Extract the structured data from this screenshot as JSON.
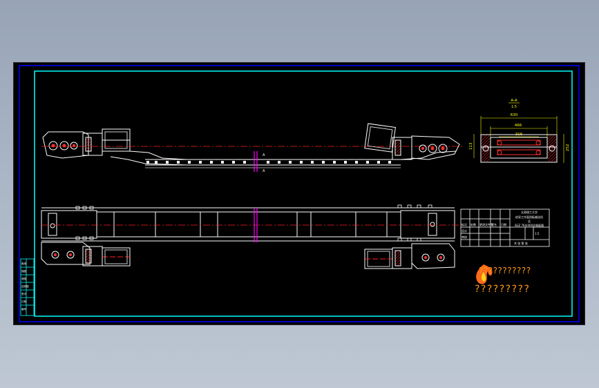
{
  "drawing": {
    "section_label": "A-A",
    "section_scale": "1:5",
    "dimensions": {
      "overall_width": "630",
      "mid_width": "466",
      "inner_width": "316",
      "height_left": "113",
      "height_right": "252"
    },
    "center_marks": [
      "A",
      "A"
    ]
  },
  "title_block": {
    "lines": [
      "太原理工大学",
      "综采工作面刮板输送机",
      "总",
      "SGZ 764/400总装配图"
    ],
    "row_left": [
      "标记",
      "处数",
      "更改文件号",
      "签名",
      "日期"
    ],
    "row_design": "设计",
    "row_check": "审核",
    "scale": "1:5",
    "sheet": "共 张  第 张"
  },
  "side_table": {
    "cells": [
      "借用",
      "描图",
      "底图",
      "旧底图",
      "签字",
      "日期",
      "编号"
    ]
  },
  "watermark": {
    "line1": "???????????",
    "line2": "?????????"
  },
  "colors": {
    "sheet_bg": "#000000",
    "frame_outer": "#0000ff",
    "frame_inner": "#00ffff",
    "outline": "#ffffff",
    "centerline": "#ff2020",
    "accent": "#ff00ff",
    "dimension": "#ffff00",
    "watermark": "#ff9a1a"
  }
}
